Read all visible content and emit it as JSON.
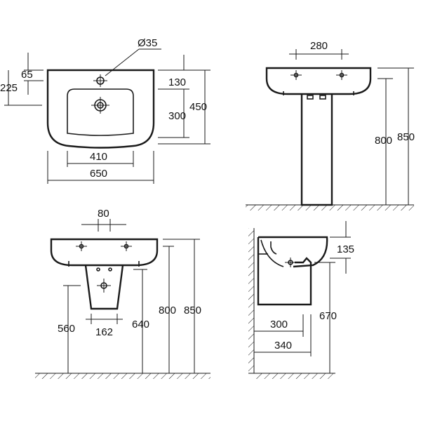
{
  "diagram": {
    "top_view": {
      "hole_diameter": "Ø35",
      "dim_65": "65",
      "dim_225": "225",
      "dim_130": "130",
      "dim_300": "300",
      "dim_450": "450",
      "dim_410": "410",
      "dim_650": "650"
    },
    "front_pedestal": {
      "dim_280": "280",
      "dim_800": "800",
      "dim_850": "850"
    },
    "front_semi_pedestal": {
      "dim_80": "80",
      "dim_560": "560",
      "dim_162": "162",
      "dim_640": "640",
      "dim_800": "800",
      "dim_850": "850"
    },
    "side_semi_pedestal": {
      "dim_135": "135",
      "dim_670": "670",
      "dim_300": "300",
      "dim_340": "340"
    }
  }
}
